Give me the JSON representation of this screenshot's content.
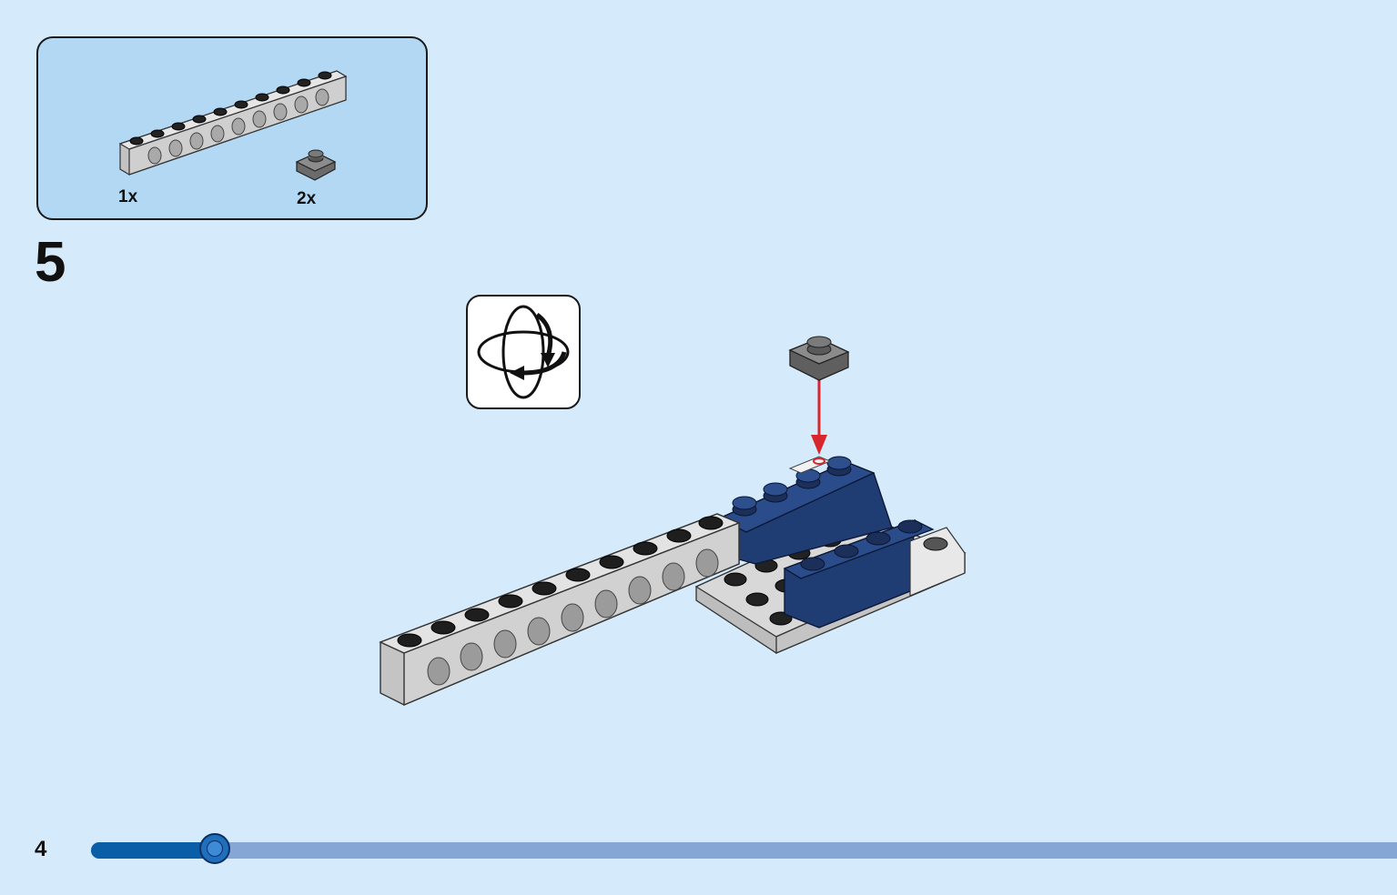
{
  "parts_callout": {
    "items": [
      {
        "icon": "technic-beam-1x10-light-gray",
        "quantity": "1x"
      },
      {
        "icon": "plate-1x1-dark-gray",
        "quantity": "2x"
      }
    ]
  },
  "step": {
    "number": "5"
  },
  "rotate_icon": "rotate-model-icon",
  "footer": {
    "page_number": "4",
    "progress": 0.095
  },
  "colors": {
    "background": "#d5ebfb",
    "callout_background": "#b3d8f4",
    "arrow": "#d7262e",
    "dark_blue_brick": "#1f3c73",
    "light_gray_brick": "#c9c9c9",
    "dark_gray_plate": "#6b6b6b",
    "progress_fill": "#0a5ea8",
    "progress_track": "#86a6d6"
  }
}
